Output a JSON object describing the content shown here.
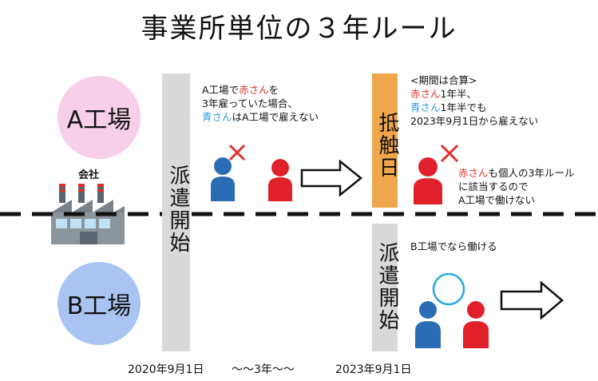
{
  "title": "事業所単位の３年ルール",
  "factory_a": {
    "label": "A工場",
    "color": "#f7cfe8"
  },
  "factory_b": {
    "label": "B工場",
    "color": "#a9c4f2"
  },
  "company_label": "会社",
  "haken_start_1": "派遣開始",
  "haken_start_2": "派遣開始",
  "conflict_day": "抵触日",
  "note_a": {
    "l1_pre": "A工場で",
    "l1_red": "赤さん",
    "l1_post": "を",
    "l2": "3年雇っていた場合、",
    "l3_blue": "青さん",
    "l3_post": "はA工場で雇えない"
  },
  "note_period": {
    "l1": "<期間は合算>",
    "l2_red": "赤さん",
    "l2_post": "1年半、",
    "l3_blue": "青さん",
    "l3_post": "1年半でも",
    "l4": "2023年9月1日から雇えない"
  },
  "note_individual": {
    "l1_red": "赤さん",
    "l1_post": "も個人の3年ルール",
    "l2": "に該当するので",
    "l3": "A工場で働けない"
  },
  "note_b": "B工場でなら働ける",
  "dates": {
    "start": "2020年9月1日",
    "span": "〜〜3年〜〜",
    "end": "2023年9月1日"
  },
  "colors": {
    "red_person": "#e0202a",
    "blue_person": "#2a6db5",
    "conflict_bar": "#f0a64a",
    "cross": "#e0302a",
    "ok_circle": "#2aa8e0"
  }
}
